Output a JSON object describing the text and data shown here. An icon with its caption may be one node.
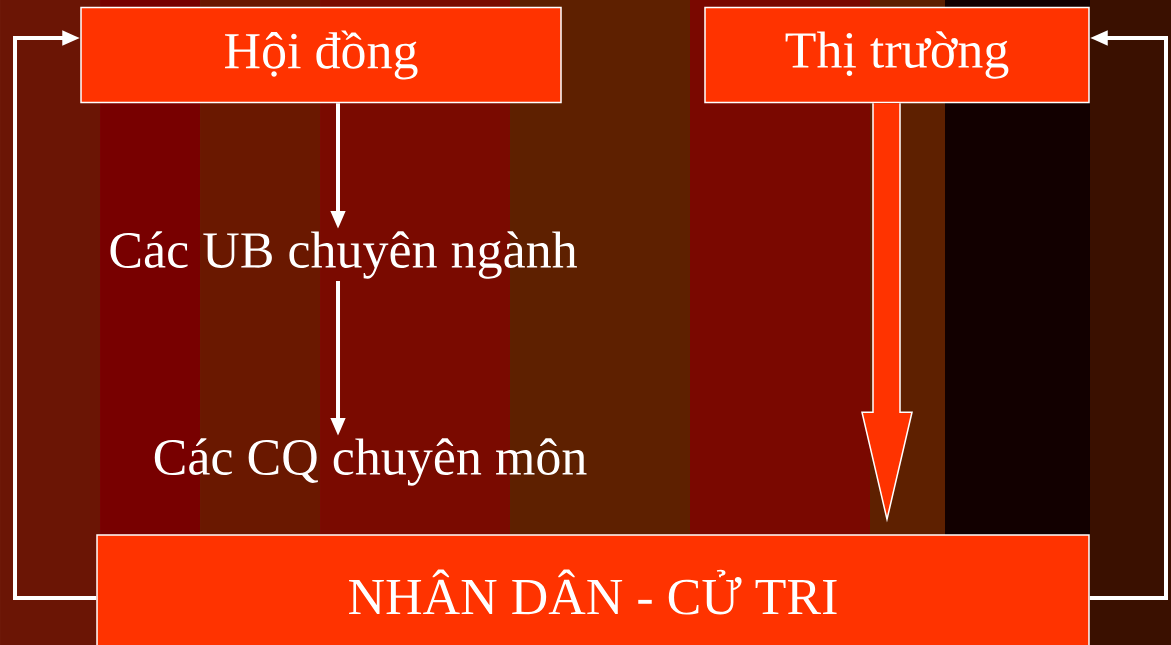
{
  "diagram": {
    "nodes": [
      {
        "text": [
          "Hội đồng"
        ]
      },
      {
        "text": [
          "Thị trường"
        ]
      },
      {
        "text": [
          "Các UB chuyên ngành"
        ]
      },
      {
        "text": [
          "Các CQ chuyên môn"
        ]
      },
      {
        "text": [
          "NHÂN DÂN - CỬ TRI"
        ]
      }
    ],
    "edges": [
      {
        "from": 0,
        "to": 2,
        "arrow": "to"
      },
      {
        "from": 2,
        "to": 3,
        "arrow": "to"
      },
      {
        "from": 1,
        "to": 4,
        "arrow": "to",
        "style": "thick",
        "color": "#ff3300"
      },
      {
        "from": 4,
        "to": 0,
        "arrow": "to"
      },
      {
        "from": 4,
        "to": 1,
        "arrow": "to"
      }
    ]
  }
}
